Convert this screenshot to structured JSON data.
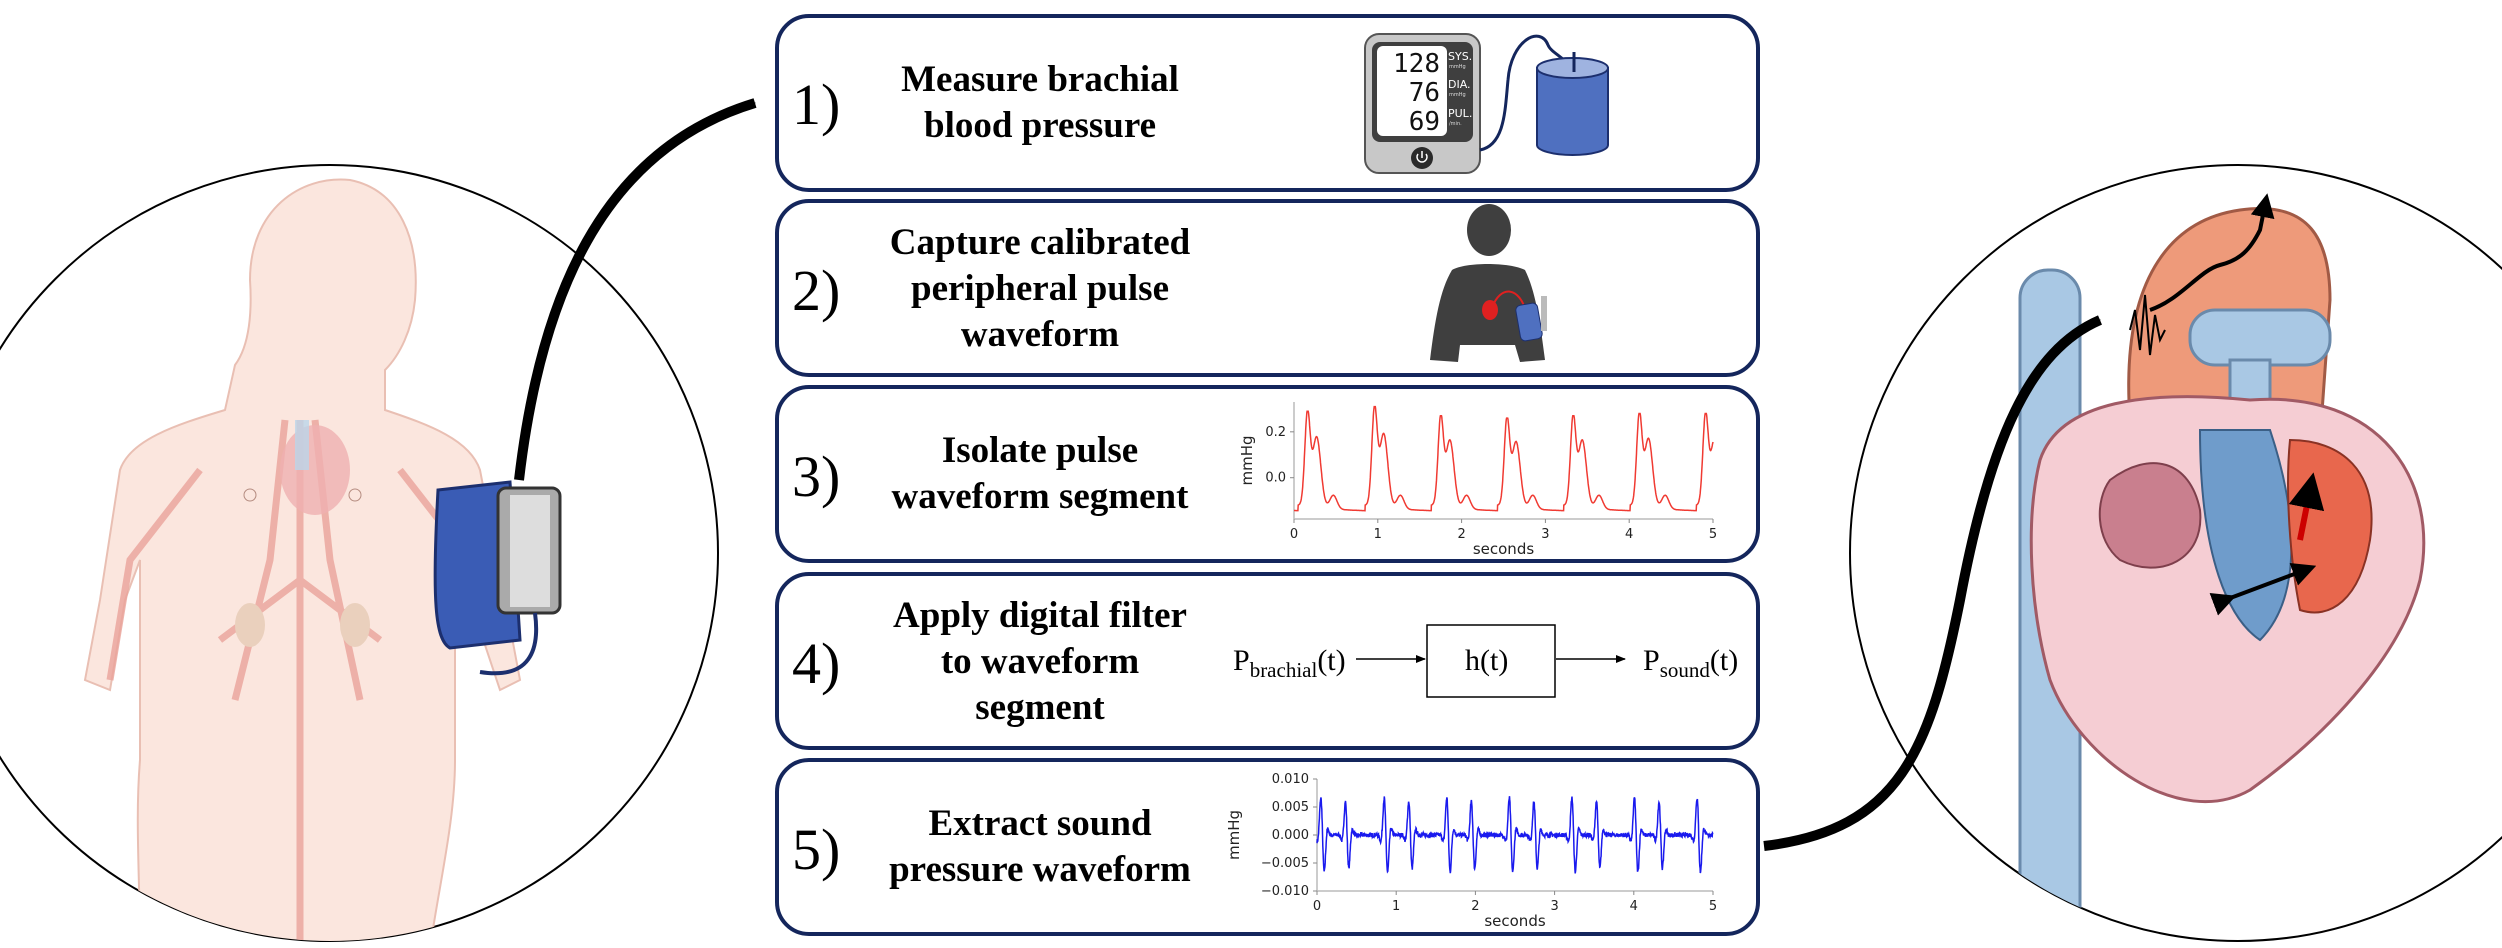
{
  "steps": [
    {
      "number": "1)",
      "title": [
        "Measure brachial",
        "blood pressure"
      ]
    },
    {
      "number": "2)",
      "title": [
        "Capture calibrated",
        "peripheral pulse",
        "waveform"
      ]
    },
    {
      "number": "3)",
      "title": [
        "Isolate pulse",
        "waveform segment"
      ]
    },
    {
      "number": "4)",
      "title": [
        "Apply digital filter",
        "to waveform",
        "segment"
      ]
    },
    {
      "number": "5)",
      "title": [
        "Extract sound",
        "pressure waveform"
      ]
    }
  ],
  "monitor": {
    "sys_value": "128",
    "sys_label": "SYS.",
    "sys_unit": "mmHg",
    "dia_value": "76",
    "dia_label": "DIA.",
    "dia_unit": "mmHg",
    "pul_value": "69",
    "pul_label": "PUL.",
    "pul_unit": "/min."
  },
  "filter_diagram": {
    "input_main": "P",
    "input_sub": "brachial",
    "input_arg": "(t)",
    "block": "h(t)",
    "output_main": "P",
    "output_sub": "sound",
    "output_arg": "(t)"
  },
  "colors": {
    "box_border": "#14265c",
    "pulse_line": "#f03a32",
    "sound_line": "#1a1aee",
    "cuff": "#4f70c0"
  },
  "chart_data": [
    {
      "type": "line",
      "xlabel": "seconds",
      "ylabel": "mmHg",
      "xlim": [
        0,
        5
      ],
      "ylim": [
        -0.18,
        0.33
      ],
      "xticks": [
        "0",
        "1",
        "2",
        "3",
        "4",
        "5"
      ],
      "yticks": [
        "0.0",
        "0.2"
      ],
      "ytick_values": [
        0.0,
        0.2
      ],
      "grid": false,
      "series": [
        {
          "beat_onsets_s": [
            0.07,
            0.87,
            1.66,
            2.45,
            3.24,
            4.03,
            4.82
          ],
          "systolic_peaks": [
            0.29,
            0.31,
            0.27,
            0.26,
            0.27,
            0.28,
            0.28
          ],
          "diastolic_minimum": -0.15,
          "color": "#f03a32"
        }
      ]
    },
    {
      "type": "line",
      "xlabel": "seconds",
      "ylabel": "mmHg",
      "xlim": [
        0,
        5
      ],
      "ylim": [
        -0.01,
        0.01
      ],
      "xticks": [
        "0",
        "1",
        "2",
        "3",
        "4",
        "5"
      ],
      "yticks": [
        "0.010",
        "0.005",
        "0.000",
        "−0.005",
        "−0.010"
      ],
      "ytick_values": [
        0.01,
        0.005,
        0.0,
        -0.005,
        -0.01
      ],
      "grid": false,
      "series": [
        {
          "beat_onsets_s": [
            0.07,
            0.87,
            1.66,
            2.45,
            3.24,
            4.03,
            4.82
          ],
          "peak_amplitude": 0.006,
          "trough_amplitude": -0.0078,
          "color": "#1a1aee"
        }
      ]
    }
  ]
}
